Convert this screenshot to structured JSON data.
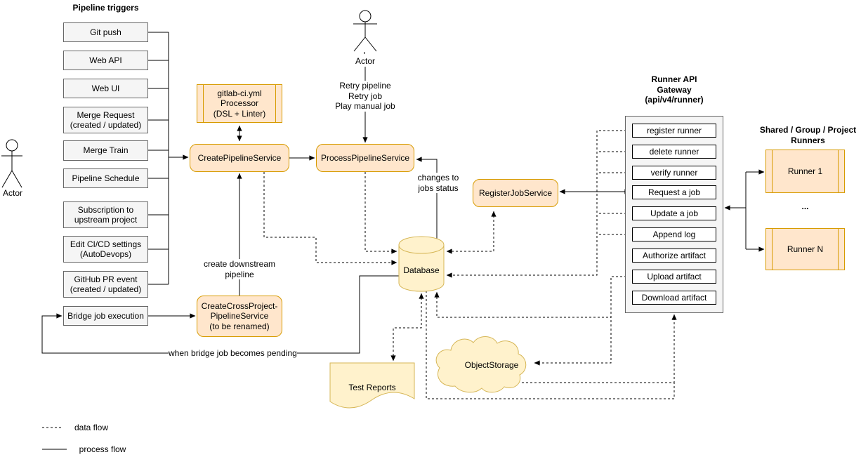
{
  "triggers": {
    "title": "Pipeline triggers",
    "items": [
      "Git push",
      "Web API",
      "Web UI",
      "Merge Request\n(created / updated)",
      "Merge Train",
      "Pipeline Schedule",
      "Subscription to\nupstream project",
      "Edit CI/CD settings\n(AutoDevops)",
      "GitHub PR event\n(created / updated)"
    ],
    "bridge_job": "Bridge job execution"
  },
  "actors": {
    "left_label": "Actor",
    "top_label": "Actor"
  },
  "services": {
    "processor": "gitlab-ci.yml\nProcessor\n(DSL + Linter)",
    "create_pipeline": "CreatePipelineService",
    "process_pipeline": "ProcessPipelineService",
    "create_cross_project": "CreateCrossProject-\nPipelineService\n(to be renamed)",
    "register_job": "RegisterJobService"
  },
  "storage": {
    "database": "Database",
    "test_reports": "Test Reports",
    "object_storage": "ObjectStorage"
  },
  "gateway": {
    "title": "Runner API\nGateway\n(api/v4/runner)",
    "endpoints": [
      "register runner",
      "delete runner",
      "verify runner",
      "Request a job",
      "Update a job",
      "Append log",
      "Authorize artifact",
      "Upload artifact",
      "Download artifact"
    ]
  },
  "runners": {
    "title": "Shared / Group / Project\nRunners",
    "runner1": "Runner 1",
    "ellipsis": "...",
    "runnerN": "Runner N"
  },
  "annotations": {
    "top_actions": "Retry pipeline\nRetry job\nPlay manual job",
    "changes": "changes to\njobs status",
    "create_downstream": "create downstream\npipeline",
    "bridge_pending": "when bridge job becomes pending"
  },
  "legend": {
    "data_flow": "data flow",
    "process_flow": "process flow"
  },
  "colors": {
    "peach_fill": "#ffe6cc",
    "peach_border": "#d79b00",
    "yellow_fill": "#fff2cc",
    "yellow_border": "#d6b656",
    "gray_fill": "#f5f5f5",
    "gray_border": "#666666",
    "line": "#000000"
  }
}
